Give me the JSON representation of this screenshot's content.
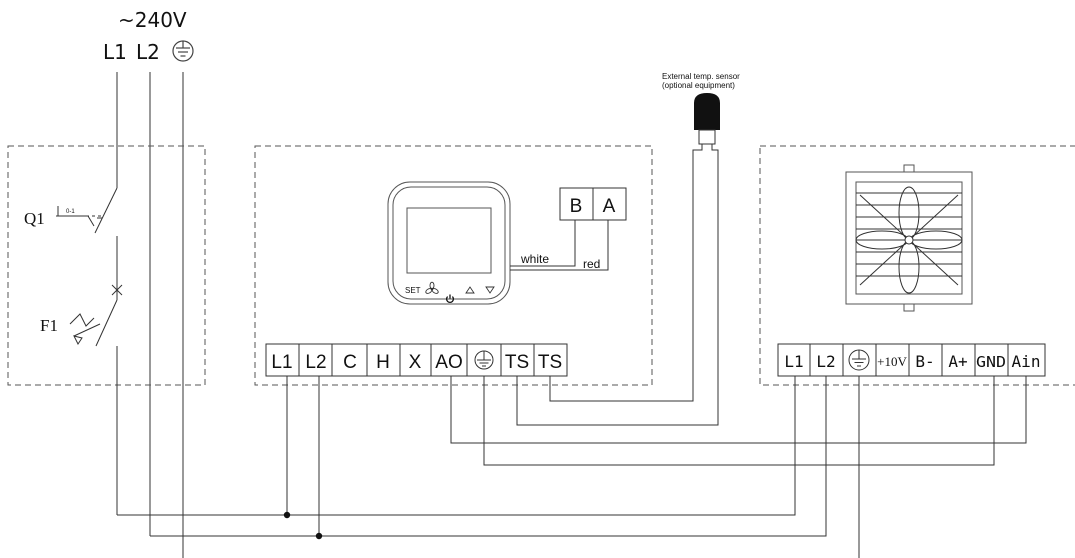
{
  "supply": {
    "voltage": "~240V",
    "lines": [
      "L1",
      "L2"
    ]
  },
  "protection": {
    "switch_label": "Q1",
    "switch_tag": "0-1",
    "fuse_label": "F1"
  },
  "sensor": {
    "line1": "External temp. sensor",
    "line2": "(optional equipment)"
  },
  "thermostat": {
    "ba_labels": [
      "B",
      "A"
    ],
    "wire_white": "white",
    "wire_red": "red",
    "set_label": "SET",
    "terminals": [
      "L1",
      "L2",
      "C",
      "H",
      "X",
      "AO",
      "",
      "TS",
      "TS"
    ]
  },
  "fan_unit": {
    "terminals": [
      "L1",
      "L2",
      "",
      "+10V",
      "B-",
      "A+",
      "GND",
      "Ain"
    ]
  },
  "icons": [
    "ground-symbol-icon",
    "fan-icon",
    "power-icon",
    "triangle-up-icon",
    "triangle-down-icon",
    "temperature-sensor-icon"
  ]
}
